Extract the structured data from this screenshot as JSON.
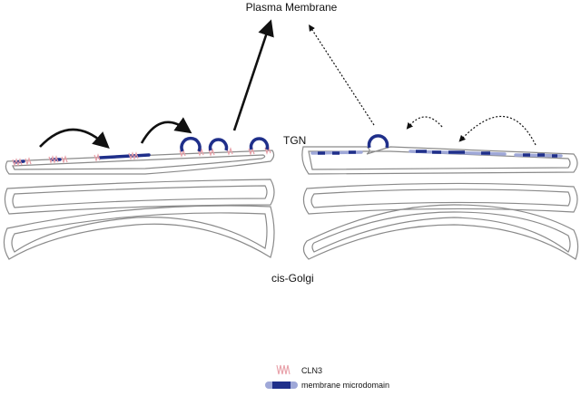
{
  "labels": {
    "plasma_membrane": "Plasma Membrane",
    "tgn": "TGN",
    "cis_golgi": "cis-Golgi"
  },
  "legend": {
    "cln3": "CLN3",
    "microdomain": "membrane microdomain"
  },
  "colors": {
    "membrane_outline": "#8a8a8a",
    "microdomain_dark": "#1f2f8a",
    "microdomain_light": "#9fa8d8",
    "cln3": "#e8a0a8",
    "arrow": "#111111"
  },
  "icons": {
    "cln3": "cln3-protein-glyph",
    "microdomain": "membrane-microdomain-swatch"
  }
}
